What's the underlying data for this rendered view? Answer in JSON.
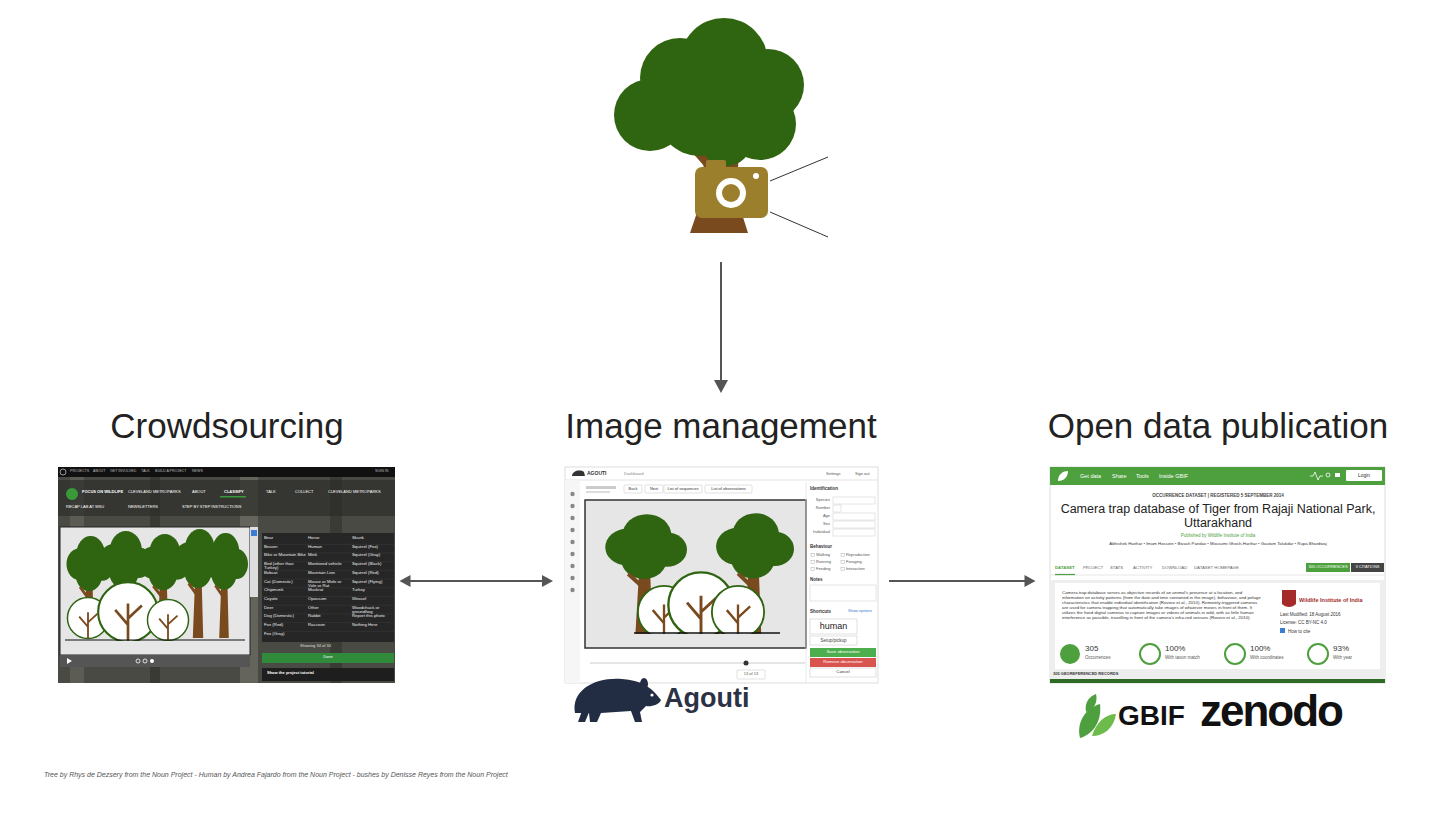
{
  "diagram": {
    "nodes": [
      {
        "text": [
          "Crowdsourcing"
        ]
      },
      {
        "text": [
          "Image management"
        ]
      },
      {
        "text": [
          "Open data publication"
        ]
      }
    ],
    "edges": [
      {
        "from": 0,
        "to": 1,
        "arrow": "both"
      },
      {
        "from": 1,
        "to": 2,
        "arrow": "to"
      }
    ],
    "labels": [
      "PROJECTS",
      "ABOUT",
      "GET INVOLVED",
      "TALK",
      "BUILD A PROJECT",
      "NEWS",
      "SIGN IN",
      "FOCUS ON WILDLIFE",
      "CLEVELAND METROPARKS",
      "ABOUT",
      "CLASSIFY",
      "TALK",
      "COLLECT",
      "CLEVELAND METROPARKS",
      "RECAP LAB AT MSU",
      "NEWSLETTERS",
      "STEP BY STEP INSTRUCTIONS",
      "Bear",
      "Beaver",
      "Bike or Mountain Bike",
      "Bird (other than Turkey)",
      "Bobcat",
      "Cat (Domestic)",
      "Chipmunk",
      "Coyote",
      "Deer",
      "Dog (Domestic)",
      "Fox (Red)",
      "Fox (Gray)",
      "Horse",
      "Human",
      "Mink",
      "Monitored vehicle",
      "Mountain Lion",
      "Mouse or Mole or Vole or Rat",
      "Muskrat",
      "Opossum",
      "Other",
      "Rabbit",
      "Raccoon",
      "Skunk",
      "Squirrel (Fox)",
      "Squirrel (Gray)",
      "Squirrel (Black)",
      "Squirrel (Red)",
      "Squirrel (Flying)",
      "Turkey",
      "Weasel",
      "Woodchuck or groundhog",
      "Report this photo",
      "Nothing Here",
      "Showing 34 of 34",
      "Done",
      "Show the project tutorial",
      "AGOUTI",
      "Dashboard",
      "Settings",
      "Sign out",
      "Back",
      "Next",
      "List of sequences",
      "List of observations",
      "Identification",
      "Species",
      "Number",
      "Age",
      "Sex",
      "Individual",
      "Behaviour",
      "Walking",
      "Reproduction",
      "Running",
      "Foraging",
      "Feeding",
      "Interaction",
      "Notes",
      "Shortcuts",
      "Show options",
      "human",
      "Setup/pickup",
      "Save observation",
      "Remove observation",
      "Cancel",
      "13 of 13",
      "Agouti",
      "Get data",
      "Share",
      "Tools",
      "Inside GBIF",
      "Login",
      "OCCURRENCE DATASET | REGISTERED 5 SEPTEMBER 2014",
      "Camera trap database of Tiger from Rajaji National Park, Uttarakhand",
      "Published by Wildlife Institute of India",
      "Abhishek Harihar • Imam Hossein • Bivash Pandav • Mousumi Ghosh-Harihar • Gautam Talukdar • Rupa Bhardwaj",
      "DATASET",
      "PROJECT",
      "STATS",
      "ACTIVITY",
      "DOWNLOAD",
      "DATASET HOMEPAGE",
      "305 OCCURRENCES",
      "3 CITATIONS",
      "Camera trap database serves as objective records of an animal's presence at a location, and information on activity patterns (from the date and time contained in the image), behaviour, and pelage characteristics that enable individual identification (Rovero et al., 2010). Remotely-triggered cameras are used for camera trapping that automatically take images of whatever moves in front of them. It utilizes the fixed digital cameras to capture images or videos of animals in wild, with as little human interference as possible, travelling in front of the camera's infra-red sensors (Rovero et al., 2010).",
      "Wildlife Institute of India",
      "Last Modified: 18 August 2016",
      "License: CC BY-NC 4.0",
      "How to cite",
      "305",
      "Occurrences",
      "100%",
      "With taxon match",
      "100%",
      "With coordinates",
      "93%",
      "With year",
      "305 GEOREFERENCED RECORDS",
      "GBIF",
      "zenodo",
      "Tree by Rhys de Dezsery from the Noun Project - Human by Andrea Fajardo from the Noun Project - bushes by Denisse Reyes from the Noun Project"
    ]
  }
}
